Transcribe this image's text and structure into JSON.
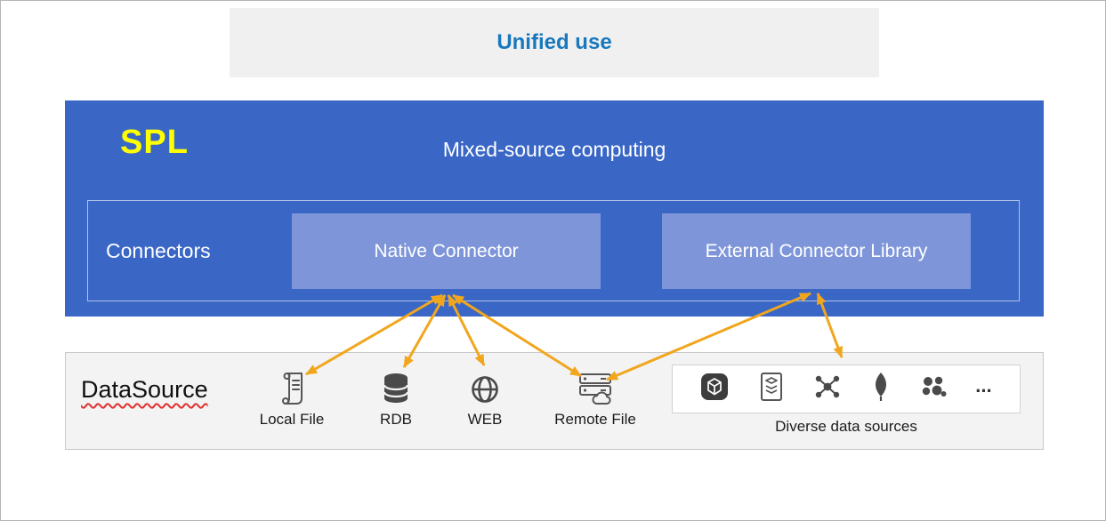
{
  "banner": {
    "label": "Unified use"
  },
  "spl": {
    "title": "SPL",
    "subtitle": "Mixed-source computing",
    "connectors_label": "Connectors",
    "native_connector": "Native Connector",
    "external_connector": "External Connector Library"
  },
  "datasource": {
    "label": "DataSource",
    "sources": [
      {
        "label": "Local File",
        "icon": "scroll-file-icon"
      },
      {
        "label": "RDB",
        "icon": "database-icon"
      },
      {
        "label": "WEB",
        "icon": "globe-icon"
      },
      {
        "label": "Remote File",
        "icon": "server-cloud-icon"
      }
    ],
    "diverse": {
      "label": "Diverse data sources",
      "icons": [
        "cube-app-icon",
        "layered-doc-icon",
        "graph-cluster-icon",
        "leaf-icon",
        "dots-cluster-icon"
      ],
      "more": "..."
    }
  },
  "colors": {
    "spl_box": "#3a67c6",
    "connector_box": "#7e96d9",
    "spl_title": "#ffff00",
    "arrow": "#f1a61e",
    "banner_text": "#1878be"
  }
}
